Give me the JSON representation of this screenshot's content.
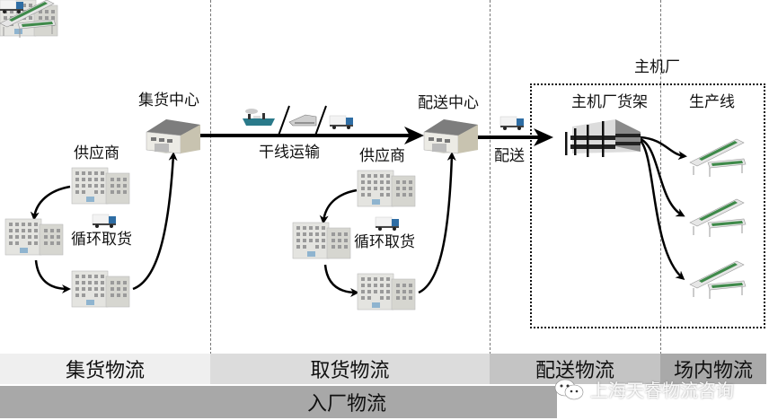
{
  "title": "入厂物流流程示意图",
  "nodes": {
    "collection_center": "集货中心",
    "distribution_center": "配送中心",
    "main_plant": "主机厂",
    "plant_rack": "主机厂货架",
    "production_line": "生产线",
    "supplier_left": "供应商",
    "supplier_mid": "供应商",
    "milk_run_left": "循环取货",
    "milk_run_mid": "循环取货"
  },
  "edges": {
    "trunk_transport": "干线运输",
    "delivery": "配送"
  },
  "transport_modes": [
    "ship-icon",
    "train-icon",
    "truck-icon"
  ],
  "stages": [
    {
      "label": "集货物流",
      "color": "#efefef"
    },
    {
      "label": "取货物流",
      "color": "#dcdcdc"
    },
    {
      "label": "配送物流",
      "color": "#c4c4c4"
    },
    {
      "label": "场内物流",
      "color": "#a9a9a9"
    }
  ],
  "inbound_bar": {
    "label": "入厂物流",
    "color": "#a8a8a8"
  },
  "watermark": "上海天睿物流咨询"
}
